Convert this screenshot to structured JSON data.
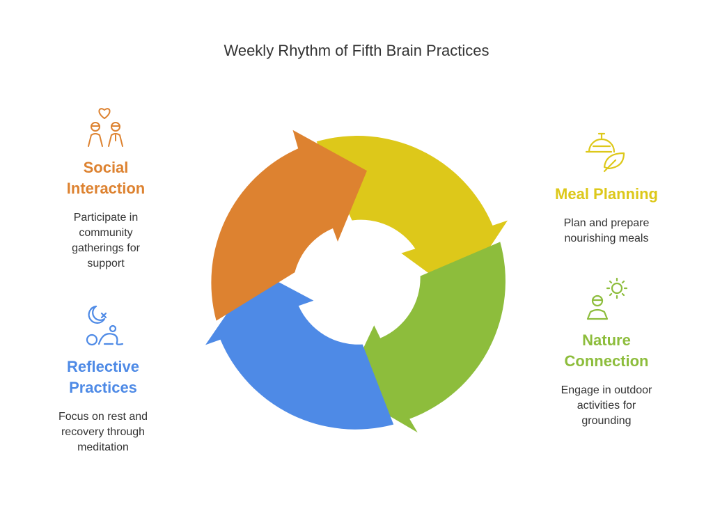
{
  "title": "Weekly Rhythm of Fifth Brain Practices",
  "colors": {
    "social": "#DD8230",
    "meal": "#DDC81A",
    "nature": "#8DBD3C",
    "reflective": "#4E8AE6"
  },
  "sections": {
    "social": {
      "heading_line1": "Social",
      "heading_line2": "Interaction",
      "desc_line1": "Participate in",
      "desc_line2": "community",
      "desc_line3": "gatherings for",
      "desc_line4": "support",
      "icon": "people-heart-icon"
    },
    "meal": {
      "heading_line1": "Meal Planning",
      "desc_line1": "Plan and prepare",
      "desc_line2": "nourishing meals",
      "icon": "cloche-leaf-icon"
    },
    "nature": {
      "heading_line1": "Nature",
      "heading_line2": "Connection",
      "desc_line1": "Engage in outdoor",
      "desc_line2": "activities for",
      "desc_line3": "grounding",
      "icon": "person-sun-icon"
    },
    "reflective": {
      "heading_line1": "Reflective",
      "heading_line2": "Practices",
      "desc_line1": "Focus on rest and",
      "desc_line2": "recovery through",
      "desc_line3": "meditation",
      "icon": "moon-meditation-icon"
    }
  }
}
